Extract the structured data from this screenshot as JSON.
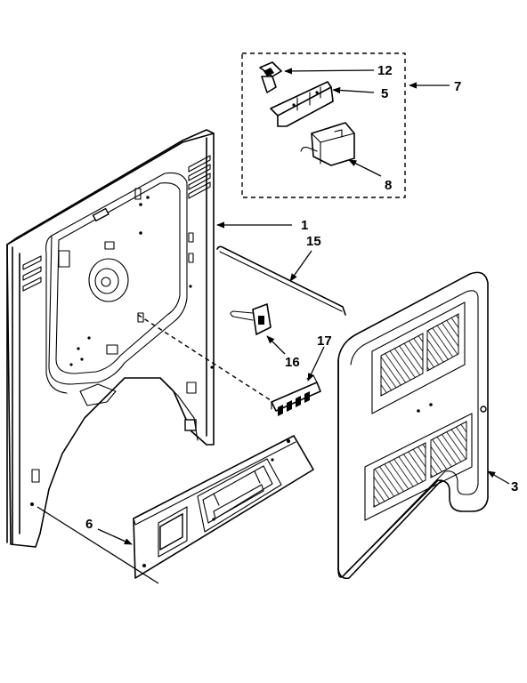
{
  "callouts": {
    "c1": "1",
    "c3": "3",
    "c5": "5",
    "c6": "6",
    "c7": "7",
    "c8": "8",
    "c12": "12",
    "c15": "15",
    "c16": "16",
    "c17": "17"
  }
}
